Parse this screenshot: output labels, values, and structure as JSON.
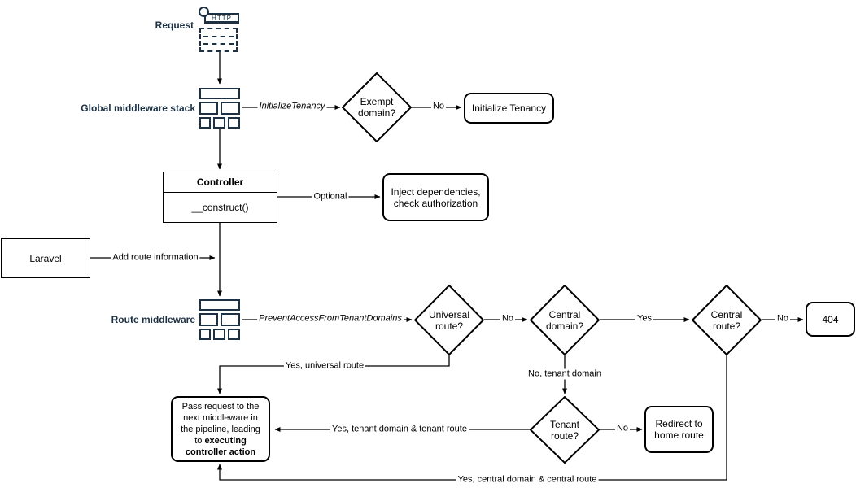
{
  "diagram": {
    "colors": {
      "icon_accent": "#1d3144",
      "shape_stroke": "#000000",
      "shape_fill": "#ffffff"
    },
    "nodes": {
      "request": {
        "label": "Request",
        "http_label": "HTTP"
      },
      "global_middleware": {
        "label": "Global middleware stack"
      },
      "exempt_domain": {
        "label": "Exempt domain?"
      },
      "initialize_tenancy": {
        "label": "Initialize Tenancy"
      },
      "controller": {
        "title": "Controller",
        "method": "__construct()"
      },
      "inject_dependencies": {
        "label": "Inject dependencies, check authorization"
      },
      "laravel": {
        "label": "Laravel"
      },
      "route_middleware": {
        "label": "Route middleware"
      },
      "universal_route": {
        "label": "Universal route?"
      },
      "central_domain": {
        "label": "Central domain?"
      },
      "central_route": {
        "label": "Central route?"
      },
      "not_found": {
        "label": "404"
      },
      "pass_request": {
        "text_normal": "Pass request to the next middleware in the pipeline, leading to ",
        "text_bold": "executing controller action"
      },
      "tenant_route": {
        "label": "Tenant route?"
      },
      "redirect_home": {
        "label": "Redirect to home route"
      }
    },
    "edge_labels": {
      "initialize_tenancy_mw": "InitializeTenancy",
      "no_exempt": "No",
      "optional": "Optional",
      "add_route_info": "Add route information",
      "prevent_access_mw": "PreventAccessFromTenantDomains",
      "no_universal": "No",
      "yes_central_domain": "Yes",
      "no_central_route": "No",
      "yes_universal": "Yes, universal route",
      "no_tenant_domain": "No, tenant domain",
      "no_tenant_route": "No",
      "yes_tenant": "Yes, tenant domain & tenant route",
      "yes_central": "Yes, central domain & central route"
    }
  }
}
